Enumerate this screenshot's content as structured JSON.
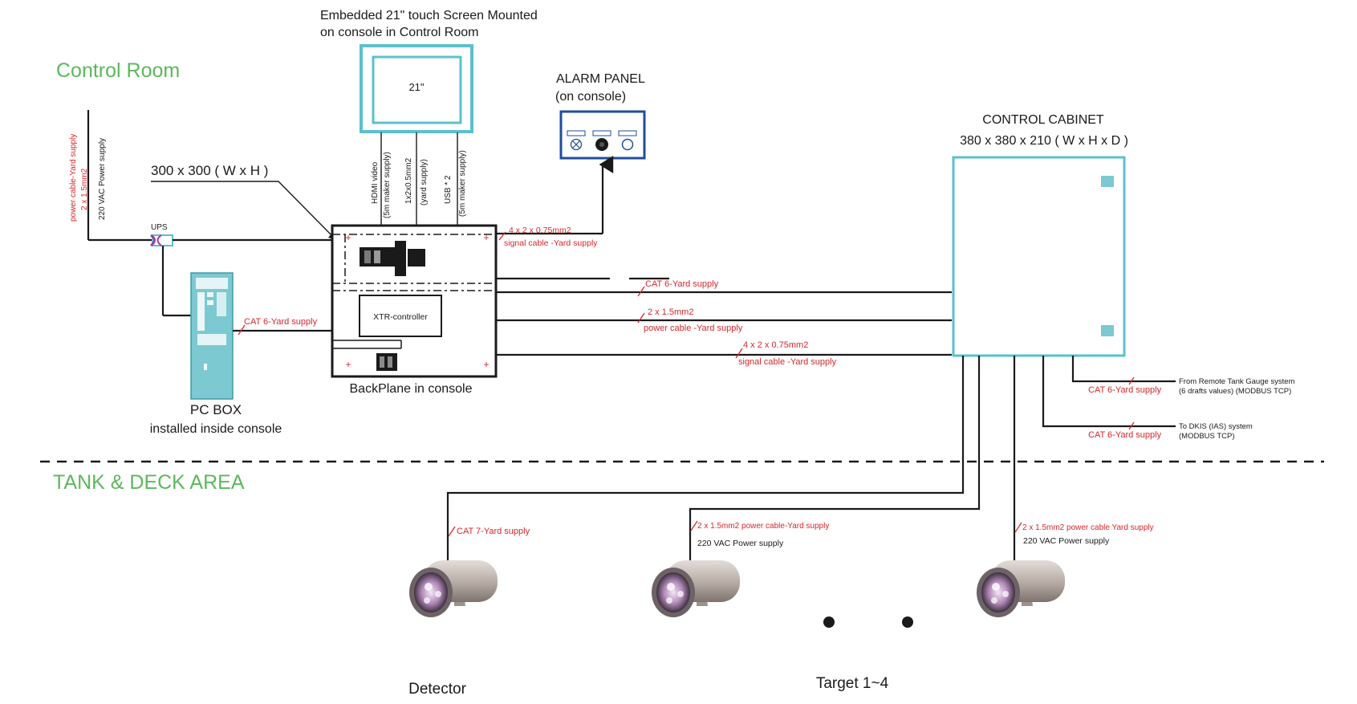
{
  "areas": {
    "control_room": "Control Room",
    "tank_deck": "TANK & DECK AREA"
  },
  "screen": {
    "title_line1": "Embedded 21\" touch Screen Mounted",
    "title_line2": "on console in Control Room",
    "size_label": "21\"",
    "cables": {
      "hdmi_a": "HDMI video",
      "hdmi_b": "(5m maker supply)",
      "pwr_a": "1x2x0.5mm2",
      "pwr_b": "(yard supply)",
      "usb_a": "USB * 2",
      "usb_b": "(5m maker supply)"
    }
  },
  "alarm_panel": {
    "title": "ALARM PANEL",
    "subtitle": "(on console)"
  },
  "power_supply": {
    "cable_a": "power cable-Yard supply",
    "cable_b": "2 x 1.5mm2",
    "voltage": "220 VAC Power supply",
    "ups": "UPS"
  },
  "backplane": {
    "size": "300 x 300 ( W x H )",
    "controller": "XTR-controller",
    "label": "BackPlane in console"
  },
  "pc_box": {
    "title": "PC BOX",
    "subtitle": "installed inside console"
  },
  "cabinet": {
    "title": "CONTROL CABINET",
    "size": "380 x 380 x 210 ( W x H x D )"
  },
  "cable_labels": {
    "alarm_sig_a": "4 x 2 x 0.75mm2",
    "alarm_sig_b": "signal cable -Yard supply",
    "pc_cat6": "CAT 6-Yard supply",
    "cab_cat6": "CAT 6-Yard supply",
    "cab_pwr_a": "2 x 1.5mm2",
    "cab_pwr_b": "power cable -Yard supply",
    "cab_sig_a": "4 x 2 x 0.75mm2",
    "cab_sig_b": "signal cable -Yard supply",
    "rtg_cat6": "CAT 6-Yard supply",
    "rtg_a": "From Remote Tank Gauge system",
    "rtg_b": "(6 drafts values) (MODBUS TCP)",
    "dkis_cat6": "CAT 6-Yard supply",
    "dkis_a": "To DKIS (IAS) system",
    "dkis_b": "(MODBUS TCP)",
    "det_cat7": "CAT 7-Yard supply",
    "t1_cable": "2 x 1.5mm2  power cable-Yard supply",
    "t1_pwr": "220 VAC Power supply",
    "t2_cable": "2 x 1.5mm2  power cable Yard supply",
    "t2_pwr": "220 VAC Power supply"
  },
  "bottom": {
    "detector": "Detector",
    "target": "Target  1~4"
  },
  "colors": {
    "area_label": "#5cb85c",
    "cable_label": "#d9262c",
    "device_outline": "#5bc0cc",
    "alarm_panel": "#1f4e9c"
  }
}
